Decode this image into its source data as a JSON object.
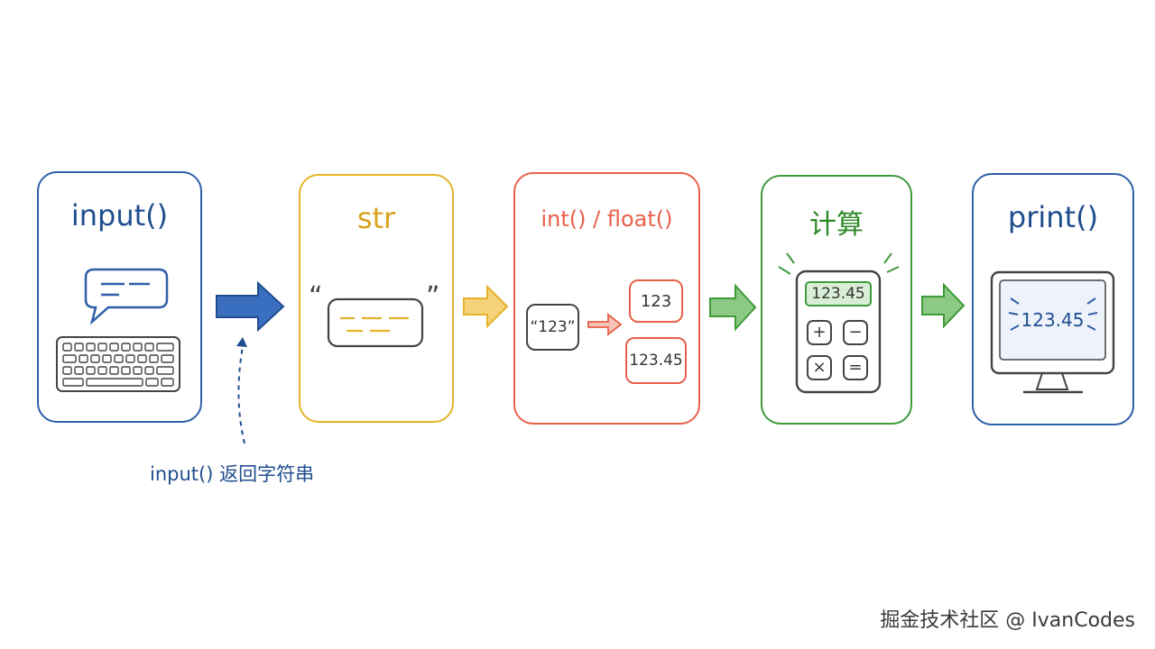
{
  "stages": {
    "input": {
      "title": "input()"
    },
    "str": {
      "title": "str",
      "open_quote": "“",
      "close_quote": "”"
    },
    "convert": {
      "title": "int() / float()",
      "source": "“123”",
      "int_result": "123",
      "float_result": "123.45"
    },
    "compute": {
      "title": "计算",
      "display": "123.45",
      "key_plus": "+",
      "key_minus": "−",
      "key_times": "×",
      "key_equals": "="
    },
    "print": {
      "title": "print()",
      "display": "123.45"
    }
  },
  "annotation": "input() 返回字符串",
  "watermark": "掘金技术社区 @ IvanCodes",
  "colors": {
    "blue": "#1f4e8f",
    "yellow": "#e5b229",
    "red": "#e8604a",
    "green": "#3f9b3a",
    "gray": "#444444"
  }
}
